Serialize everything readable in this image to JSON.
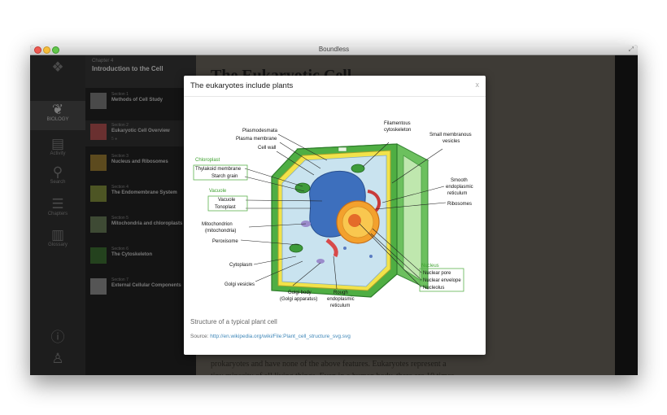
{
  "window": {
    "title": "Boundless"
  },
  "sidebar": {
    "items": [
      {
        "label": "",
        "icon": "home-icon"
      },
      {
        "label": "BIOLOGY",
        "icon": "leaf-icon"
      },
      {
        "label": "Activity",
        "icon": "activity-icon"
      },
      {
        "label": "Search",
        "icon": "search-icon"
      },
      {
        "label": "Chapters",
        "icon": "list-icon"
      },
      {
        "label": "Glossary",
        "icon": "book-icon"
      },
      {
        "label": "",
        "icon": "info-icon"
      },
      {
        "label": "",
        "icon": "account-icon"
      }
    ]
  },
  "toc": {
    "chapter_label": "Chapter 4",
    "chapter_title": "Introduction to the Cell",
    "sections": [
      {
        "section": "Section 1",
        "title": "Methods of Cell Study",
        "pages": ""
      },
      {
        "section": "Section 2",
        "title": "Eukaryotic Cell Overview",
        "pages": "5 ●"
      },
      {
        "section": "Section 3",
        "title": "Nucleus and Ribosomes",
        "pages": ""
      },
      {
        "section": "Section 4",
        "title": "The Endomembrane System",
        "pages": ""
      },
      {
        "section": "Section 5",
        "title": "Mitochondria and chloroplasts",
        "pages": ""
      },
      {
        "section": "Section 6",
        "title": "The Cytoskeleton",
        "pages": ""
      },
      {
        "section": "Section 7",
        "title": "External Cellular Components",
        "pages": ""
      }
    ]
  },
  "content": {
    "heading": "The Eukaryotic Cell",
    "paragraph": "prokaryotes and have none of the above features. Eukaryotes represent a tiny minority of all living things. Even in a human body, there are 10 times"
  },
  "modal": {
    "title": "The eukaryotes include plants",
    "close_label": "x",
    "caption": "Structure of a typical plant cell",
    "source_label": "Source:",
    "source_url": "http://en.wikipedia.org/wiki/File:Plant_cell_structure_svg.svg"
  },
  "figure": {
    "labels": {
      "plasmodesmata": "Plasmodesmata",
      "plasma_membrane": "Plasma membrane",
      "cell_wall": "Cell wall",
      "chloroplast": "Chloroplast",
      "thylakoid": "Thylakoid membrane",
      "starch": "Starch grain",
      "vacuole": "Vacuole",
      "vacuole_sub": "Vacuole",
      "tonoplast": "Tonoplast",
      "mitochondrion": "Mitochondrion",
      "mitochondria": "(mitochondria)",
      "peroxisome": "Peroxisome",
      "cytoplasm": "Cytoplasm",
      "golgi_vesicles": "Golgi vesicles",
      "golgi_body": "Golgi body",
      "golgi_apparatus": "(Golgi apparatus)",
      "rough_er_1": "Rough",
      "rough_er_2": "endoplasmic",
      "rough_er_3": "reticulum",
      "filamentous_1": "Filamentous",
      "filamentous_2": "cytoskeleton",
      "small_vesicles_1": "Small membranous",
      "small_vesicles_2": "vesicles",
      "smooth_er_1": "Smooth",
      "smooth_er_2": "endoplasmic",
      "smooth_er_3": "reticulum",
      "ribosomes": "Ribosomes",
      "nucleus": "Nucleus",
      "nuclear_pore": "Nuclear pore",
      "nuclear_envelope": "Nuclear envelope",
      "nucleolus": "Nucleolus"
    },
    "colors": {
      "group_label": "#3ea12f",
      "group_box": "#5db24f",
      "cell_wall": "#5cb85c",
      "vacuole": "#3d6fbd",
      "nucleus": "#f3a12d",
      "cytoplasm": "#c9e3ef"
    }
  }
}
